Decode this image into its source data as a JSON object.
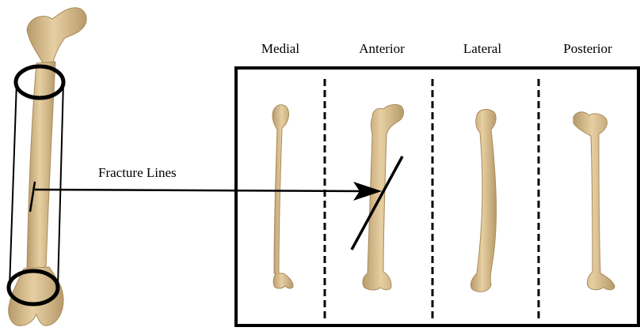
{
  "view_labels": [
    "Medial",
    "Anterior",
    "Lateral",
    "Posterior"
  ],
  "annotation": "Fracture Lines",
  "colors": {
    "bone_fill": "#d9bf92",
    "bone_shade": "#b89a6a",
    "bone_highlight": "#ecd9b4",
    "ink": "#000000"
  }
}
